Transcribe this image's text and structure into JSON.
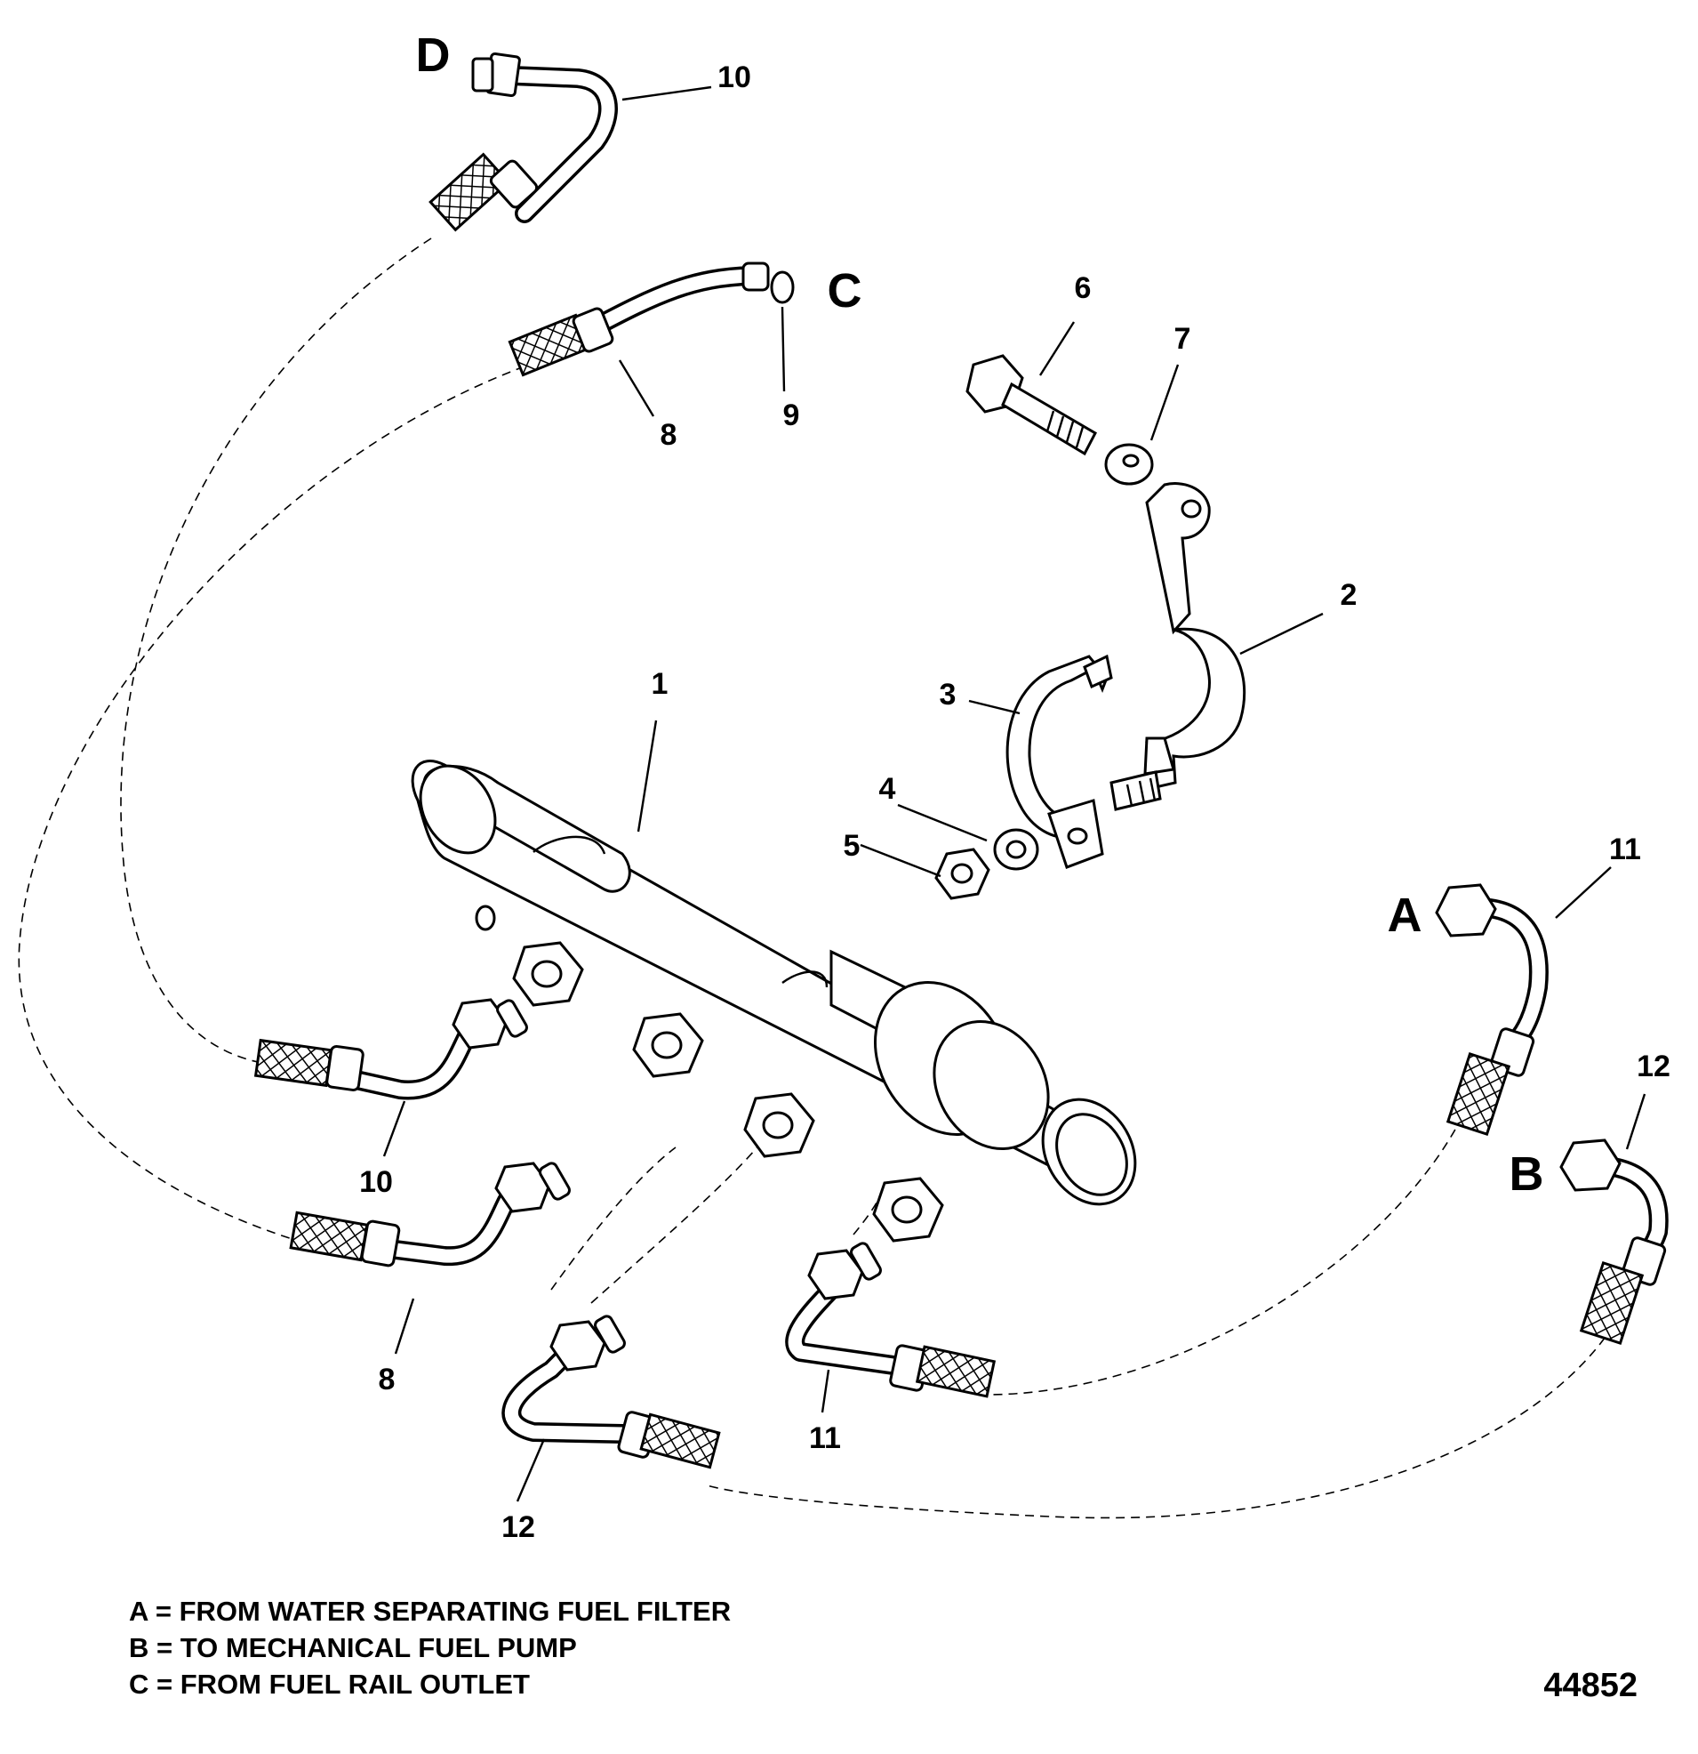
{
  "callouts": {
    "n1": "1",
    "n2": "2",
    "n3": "3",
    "n4": "4",
    "n5": "5",
    "n6": "6",
    "n7": "7",
    "n8a": "8",
    "n8b": "8",
    "n9": "9",
    "n10a": "10",
    "n10b": "10",
    "n11a": "11",
    "n11b": "11",
    "n12a": "12",
    "n12b": "12"
  },
  "letters": {
    "A": "A",
    "B": "B",
    "C": "C",
    "D": "D"
  },
  "legend": [
    "A = FROM WATER SEPARATING FUEL FILTER",
    "B = TO MECHANICAL FUEL PUMP",
    "C = FROM FUEL RAIL OUTLET"
  ],
  "figure_number": "44852"
}
